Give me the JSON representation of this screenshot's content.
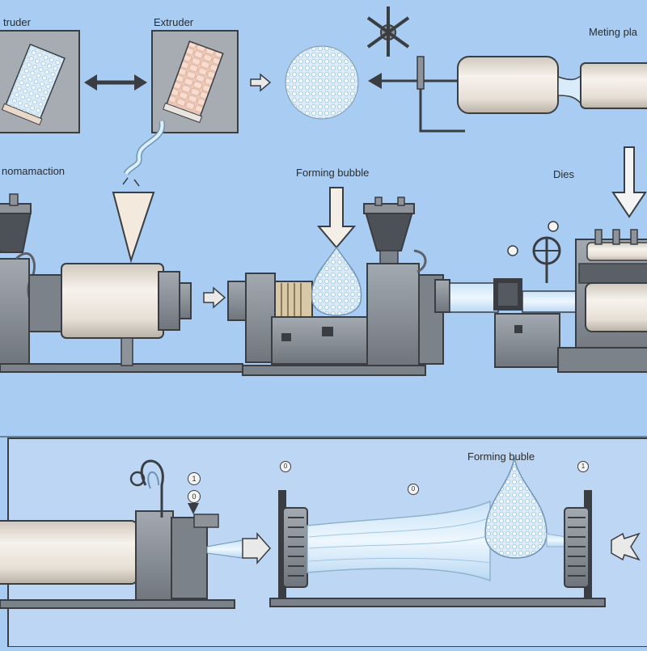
{
  "labels": {
    "extruder_left": "truder",
    "extruder": "Extruder",
    "melting": "Meting pla",
    "homogenization": "nomamaction",
    "forming_top": "Forming bubble",
    "dies": "Dies",
    "forming_bottom": "Forming buble"
  },
  "markers": [
    "1",
    "0",
    "0",
    "0",
    "1"
  ],
  "colors": {
    "background": "#a9ccf2",
    "panel": "#bcd6f3",
    "machine_gray": "#8d9399",
    "cylinder_light": "#f1ede6",
    "outline": "#3a3d42",
    "film_blue": "#d8ecfb"
  },
  "icons": [
    "arrow-right-icon",
    "arrow-left-icon",
    "arrow-down-icon",
    "hand-wheel-icon",
    "hopper-icon",
    "pellet-cluster-icon"
  ]
}
